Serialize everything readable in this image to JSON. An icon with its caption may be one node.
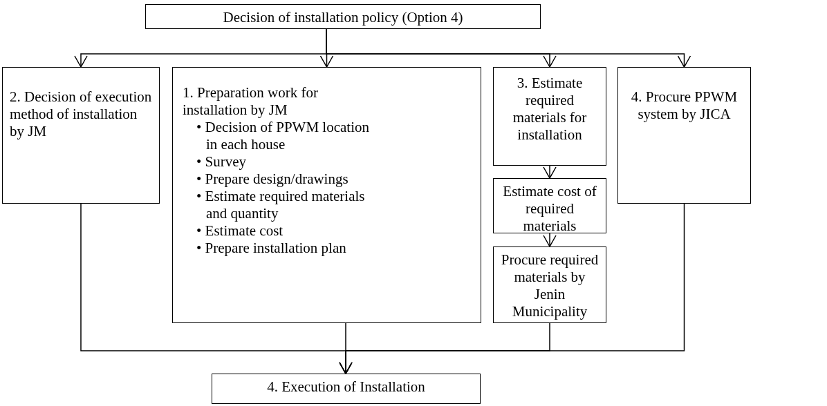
{
  "diagram": {
    "nodes": [
      {
        "text": [
          "Decision of installation policy (Option 4)"
        ]
      },
      {
        "text": [
          "2. Decision of execution method of installation by JM"
        ]
      },
      {
        "text": [
          "1. Preparation work for installation by JM",
          "• Decision of PPWM location in each house",
          "• Survey",
          "• Prepare design/drawings",
          "• Estimate required materials and quantity",
          "• Estimate cost",
          "• Prepare installation plan"
        ]
      },
      {
        "text": [
          "3. Estimate required materials for installation"
        ]
      },
      {
        "text": [
          "4. Procure PPWM system by JICA"
        ]
      },
      {
        "text": [
          "Estimate cost of required materials"
        ]
      },
      {
        "text": [
          "Procure required materials by Jenin Municipality"
        ]
      },
      {
        "text": [
          "4. Execution of Installation"
        ]
      }
    ],
    "edges": [
      {
        "from": 0,
        "to": 1,
        "arrow": "to"
      },
      {
        "from": 0,
        "to": 2,
        "arrow": "to"
      },
      {
        "from": 0,
        "to": 3,
        "arrow": "to"
      },
      {
        "from": 0,
        "to": 4,
        "arrow": "to"
      },
      {
        "from": 3,
        "to": 5,
        "arrow": "to"
      },
      {
        "from": 5,
        "to": 6,
        "arrow": "to"
      },
      {
        "from": 1,
        "to": 7,
        "arrow": "to"
      },
      {
        "from": 2,
        "to": 7,
        "arrow": "to"
      },
      {
        "from": 6,
        "to": 7,
        "arrow": "to"
      },
      {
        "from": 4,
        "to": 7,
        "arrow": "to"
      }
    ]
  }
}
